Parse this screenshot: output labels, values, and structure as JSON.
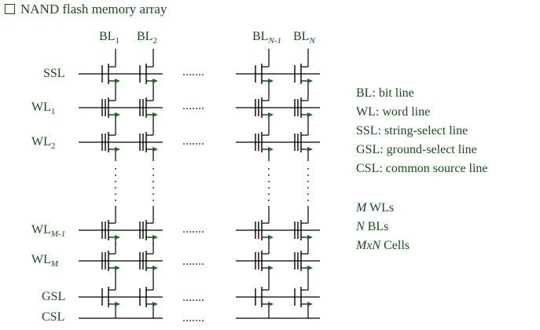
{
  "title": "NAND flash memory array",
  "columns": {
    "bl1": {
      "base": "BL",
      "sub": "1"
    },
    "bl2": {
      "base": "BL",
      "sub": "2"
    },
    "blN1": {
      "base": "BL",
      "sub": "N-1"
    },
    "blN": {
      "base": "BL",
      "sub": "N"
    }
  },
  "rows": {
    "ssl": "SSL",
    "wl1": {
      "base": "WL",
      "sub": "1"
    },
    "wl2": {
      "base": "WL",
      "sub": "2"
    },
    "wlM1": {
      "base": "WL",
      "sub": "M-1"
    },
    "wlM": {
      "base": "WL",
      "sub": "M"
    },
    "gsl": "GSL",
    "csl": "CSL"
  },
  "ellipsis": ".......",
  "legend": {
    "bl": "BL: bit line",
    "wl": "WL: word line",
    "ssl": "SSL: string-select line",
    "gsl": "GSL: ground-select line",
    "csl": "CSL: common source line"
  },
  "counts": {
    "m_var": "M",
    "wls": " WLs",
    "n_var": "N",
    "bls": " BLs",
    "mxn_var": "MxN",
    "cells": " Cells"
  },
  "colors": {
    "ink": "#1a4d1a",
    "wire": "#000000",
    "arrow": "#1a6b1a"
  }
}
